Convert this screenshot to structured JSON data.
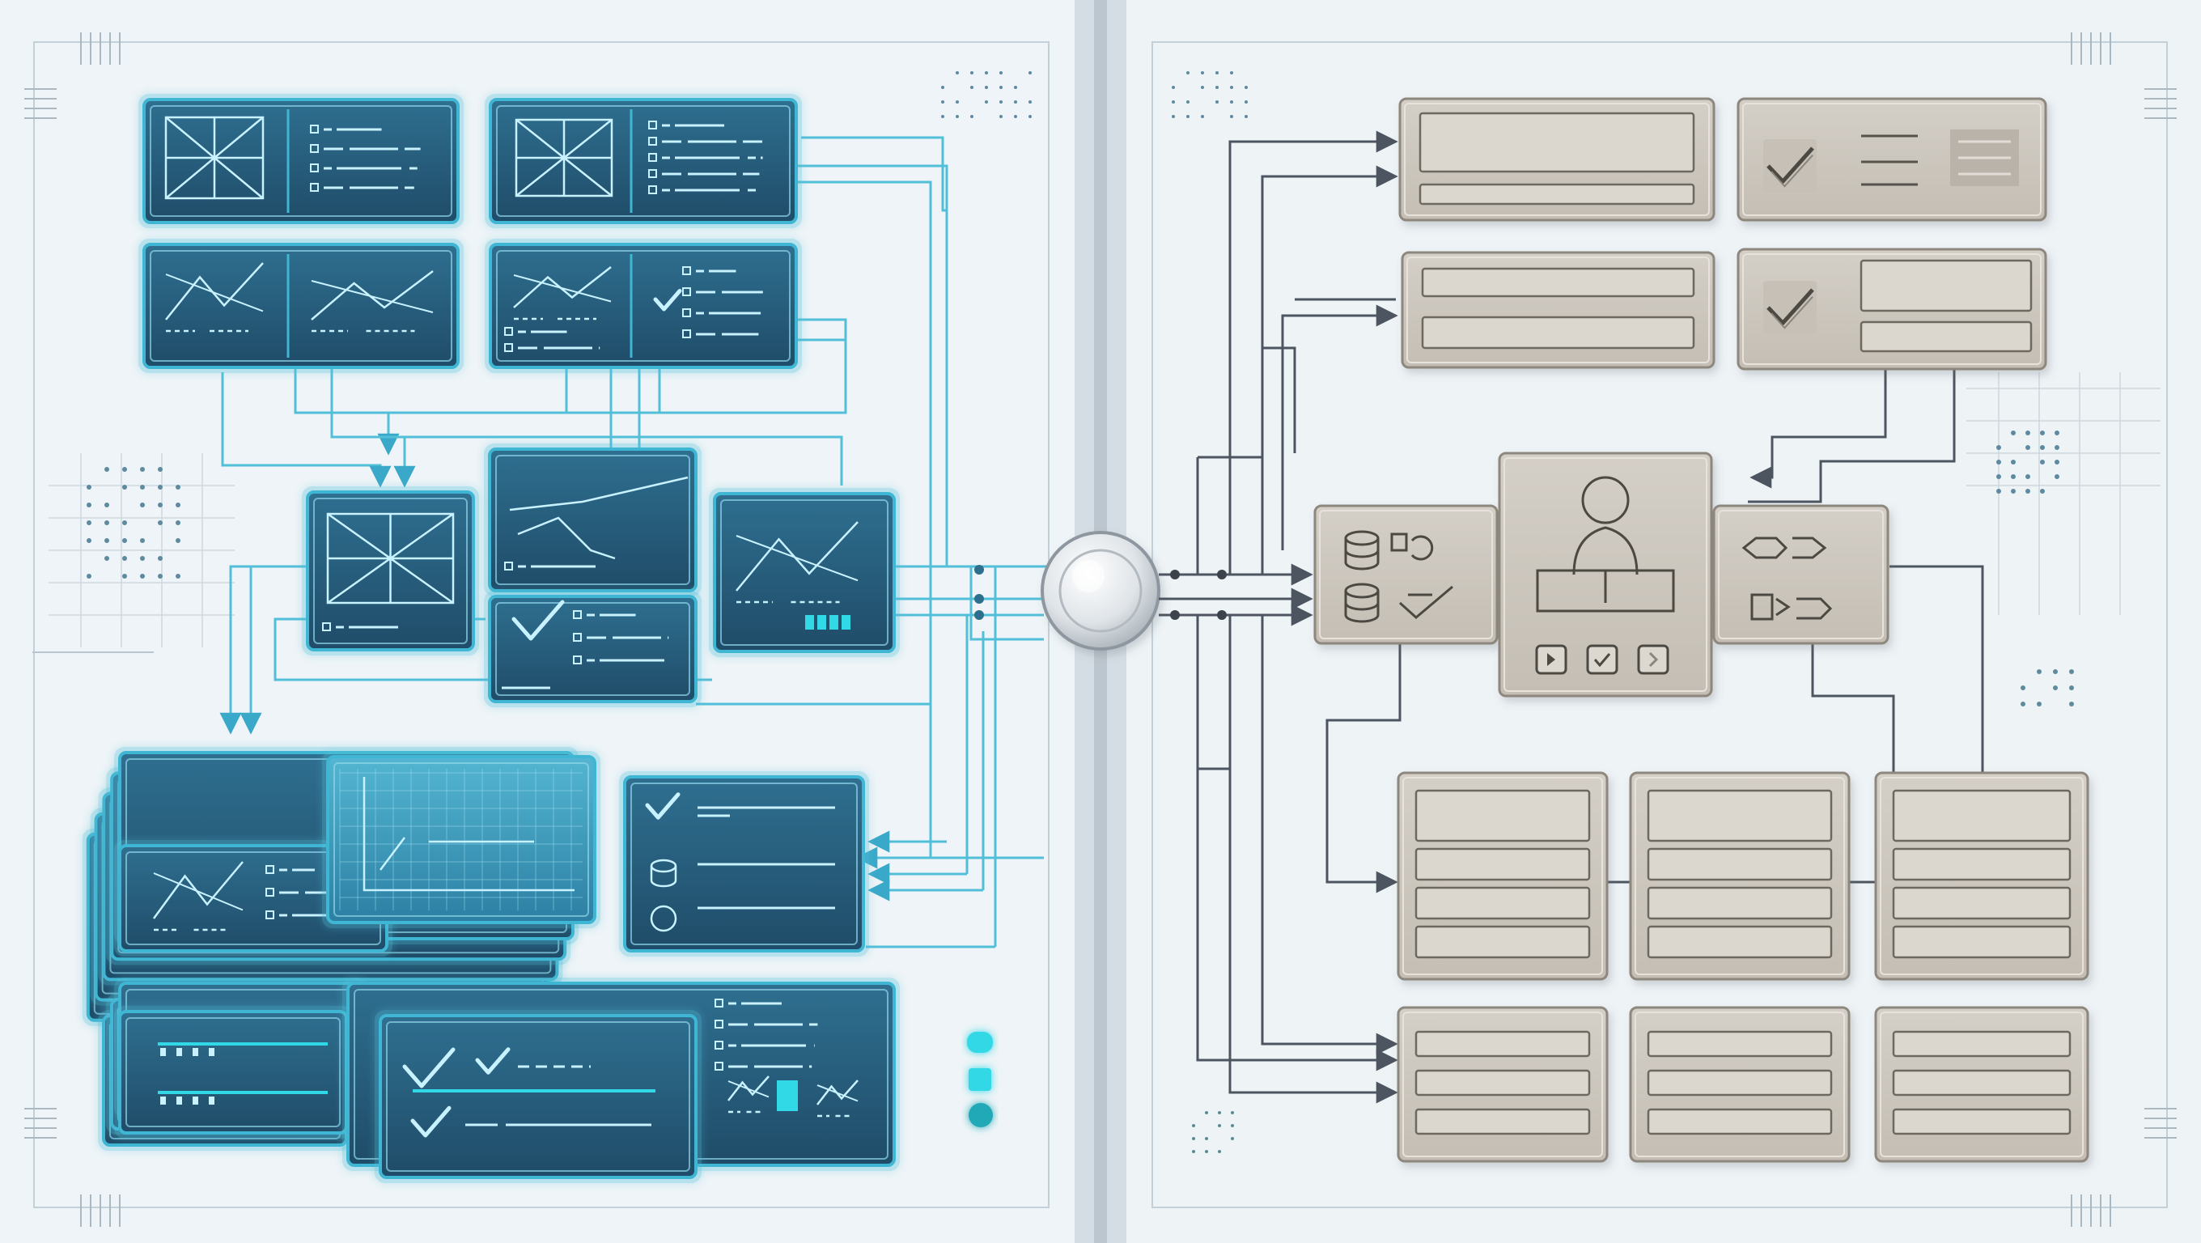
{
  "colors": {
    "background": "#e6eef3",
    "left_panel_bg": "#eef4f7",
    "right_panel_bg": "#eef3f6",
    "screen_frame": "#3fb6d3",
    "screen_fill": "#235a78",
    "screen_glyph": "#c8f2ff",
    "cyan_accent": "#31d8e6",
    "cyan_wire": "#52bfd8",
    "gray_card": "#cdc8bf",
    "gray_card_border": "#8d877d",
    "gray_inner": "#dbd6ce",
    "gray_wire": "#4d5560",
    "divider": "#d4dde4",
    "hub": "#dfe4e8"
  },
  "icons": {
    "hub": "hub-knob-icon",
    "checkmark": "checkmark-icon",
    "database": "database-icon",
    "user": "user-icon",
    "play": "play-icon",
    "forward": "forward-icon",
    "arrow": "arrow-icon"
  },
  "left_section": {
    "top_screens": 4,
    "middle_screens": 4,
    "bottom_stacks": 3,
    "status_dots": 3
  },
  "right_section": {
    "top_cards": 4,
    "hub_cards": 3,
    "grid_cards": 6
  }
}
